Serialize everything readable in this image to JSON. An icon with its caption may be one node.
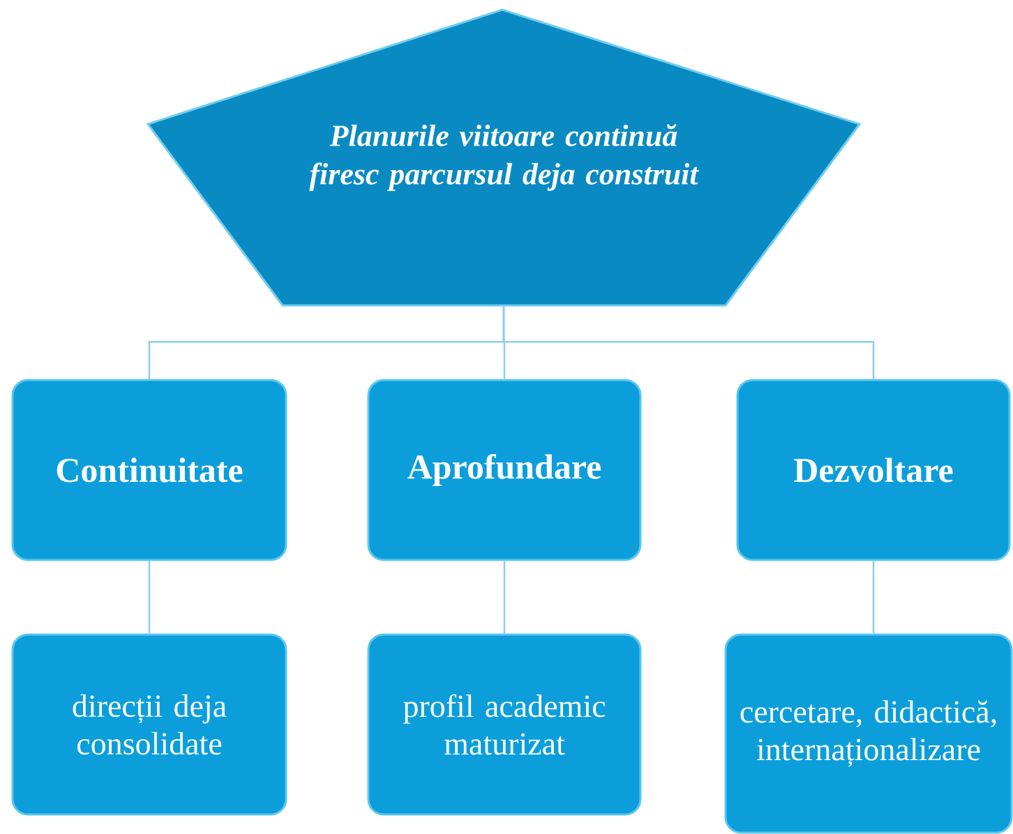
{
  "diagram": {
    "nodes": [
      {
        "text": [
          "Planurile viitoare continuă firesc parcursul deja construit"
        ]
      },
      {
        "text": [
          "Continuitate"
        ]
      },
      {
        "text": [
          "Aprofundare"
        ]
      },
      {
        "text": [
          "Dezvoltare"
        ]
      },
      {
        "text": [
          "direcții deja consolidate"
        ]
      },
      {
        "text": [
          "profil academic maturizat"
        ]
      },
      {
        "text": [
          "cercetare, didactică, internaționalizare"
        ]
      }
    ],
    "edges": [
      {
        "from": 0,
        "to": 1,
        "arrow": "none"
      },
      {
        "from": 0,
        "to": 2,
        "arrow": "none"
      },
      {
        "from": 0,
        "to": 3,
        "arrow": "none"
      },
      {
        "from": 1,
        "to": 4,
        "arrow": "none"
      },
      {
        "from": 2,
        "to": 5,
        "arrow": "none"
      },
      {
        "from": 3,
        "to": 6,
        "arrow": "none"
      }
    ]
  }
}
